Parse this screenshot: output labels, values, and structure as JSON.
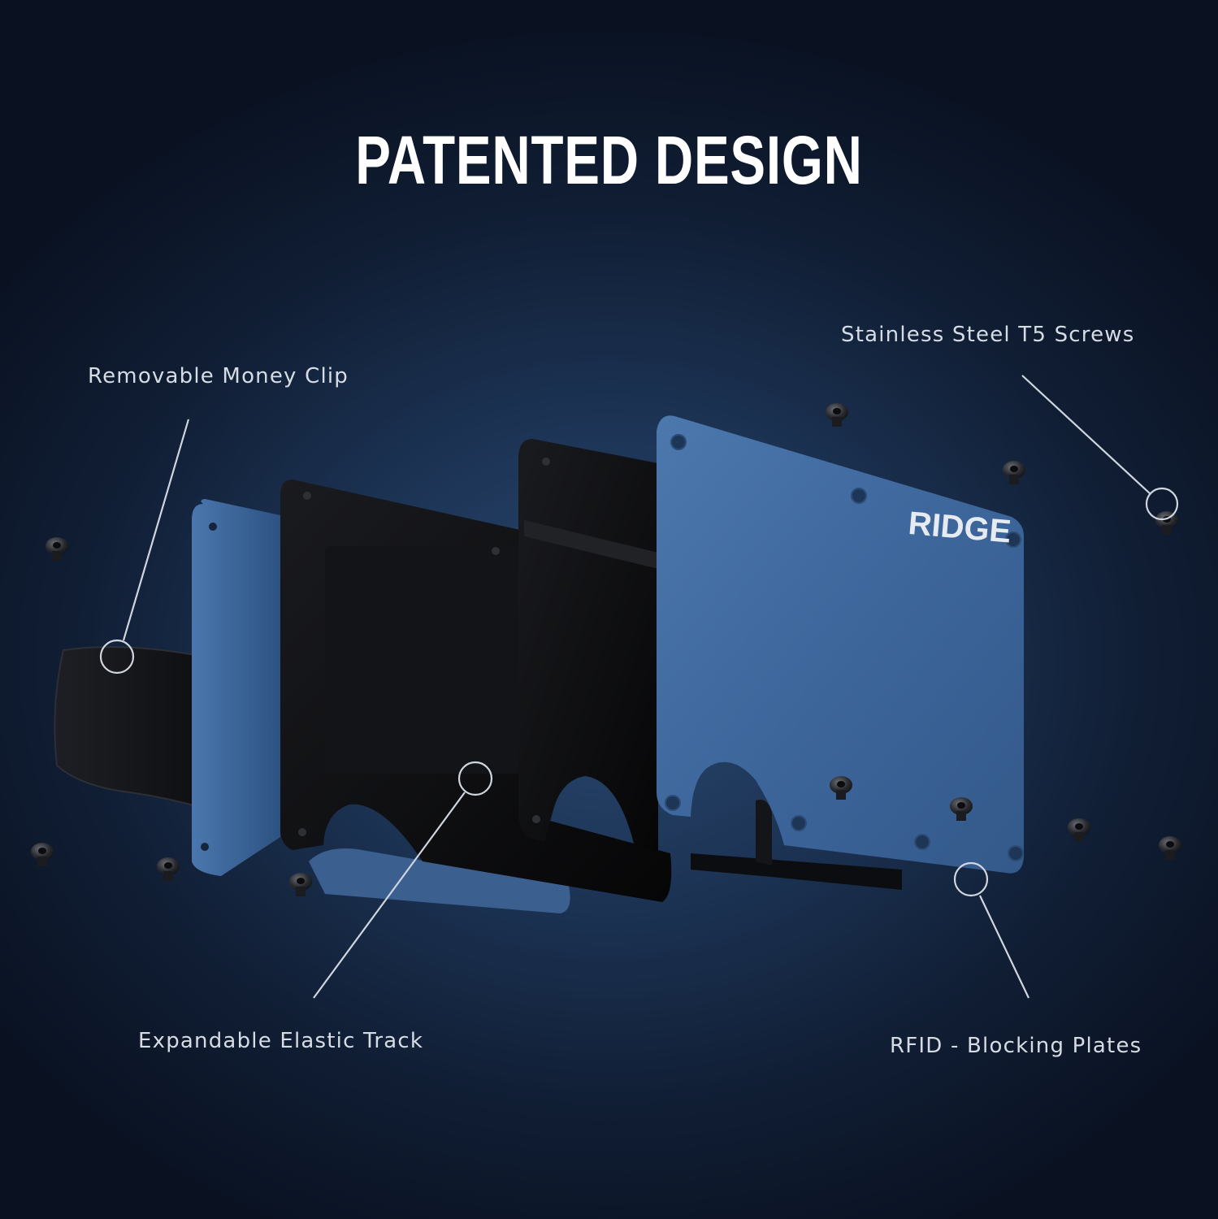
{
  "title": "PATENTED DESIGN",
  "brand_logo": "RIDGE",
  "callouts": {
    "money_clip": "Removable Money Clip",
    "screws": "Stainless Steel T5 Screws",
    "elastic_track": "Expandable Elastic Track",
    "rfid_plates": "RFID - Blocking Plates"
  },
  "colors": {
    "background": "#142640",
    "plate_blue": "#3e6a9e",
    "plate_black": "#0b0b0d",
    "callout_line": "#cfd6df",
    "text": "#ffffff"
  },
  "icons": [
    "screw-icon",
    "callout-circle-icon"
  ]
}
